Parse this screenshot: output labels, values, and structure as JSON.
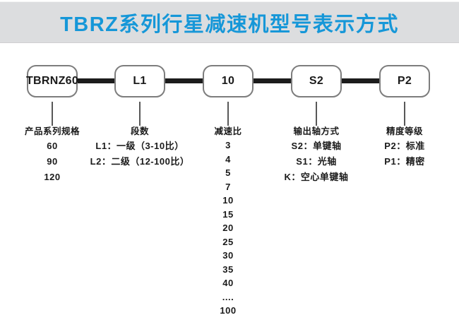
{
  "header": {
    "title": "TBRZ系列行星减速机型号表示方式"
  },
  "diagram": {
    "boxes": [
      "TBRNZ60",
      "L1",
      "10",
      "S2",
      "P2"
    ],
    "groups": [
      {
        "title": "产品系列规格",
        "items": [
          "60",
          "90",
          "120"
        ]
      },
      {
        "title": "段数",
        "items": [
          "L1：一级（3-10比）",
          "L2：二级（12-100比）"
        ]
      },
      {
        "title": "减速比",
        "items": [
          "3",
          "4",
          "5",
          "7",
          "10",
          "15",
          "20",
          "25",
          "30",
          "35",
          "40",
          "....",
          "100"
        ]
      },
      {
        "title": "输出轴方式",
        "items": [
          "S2：单键轴",
          "S1：光轴",
          "K：空心单键轴"
        ]
      },
      {
        "title": "精度等级",
        "items": [
          "P2：标准",
          "P1：精密"
        ]
      }
    ]
  },
  "colors": {
    "accent_blue": "#1697d8",
    "header_background": "#dcdddf",
    "text": "#1a1a1a",
    "box_border": "#7d7d7d",
    "connector": "#1c1c1c"
  }
}
